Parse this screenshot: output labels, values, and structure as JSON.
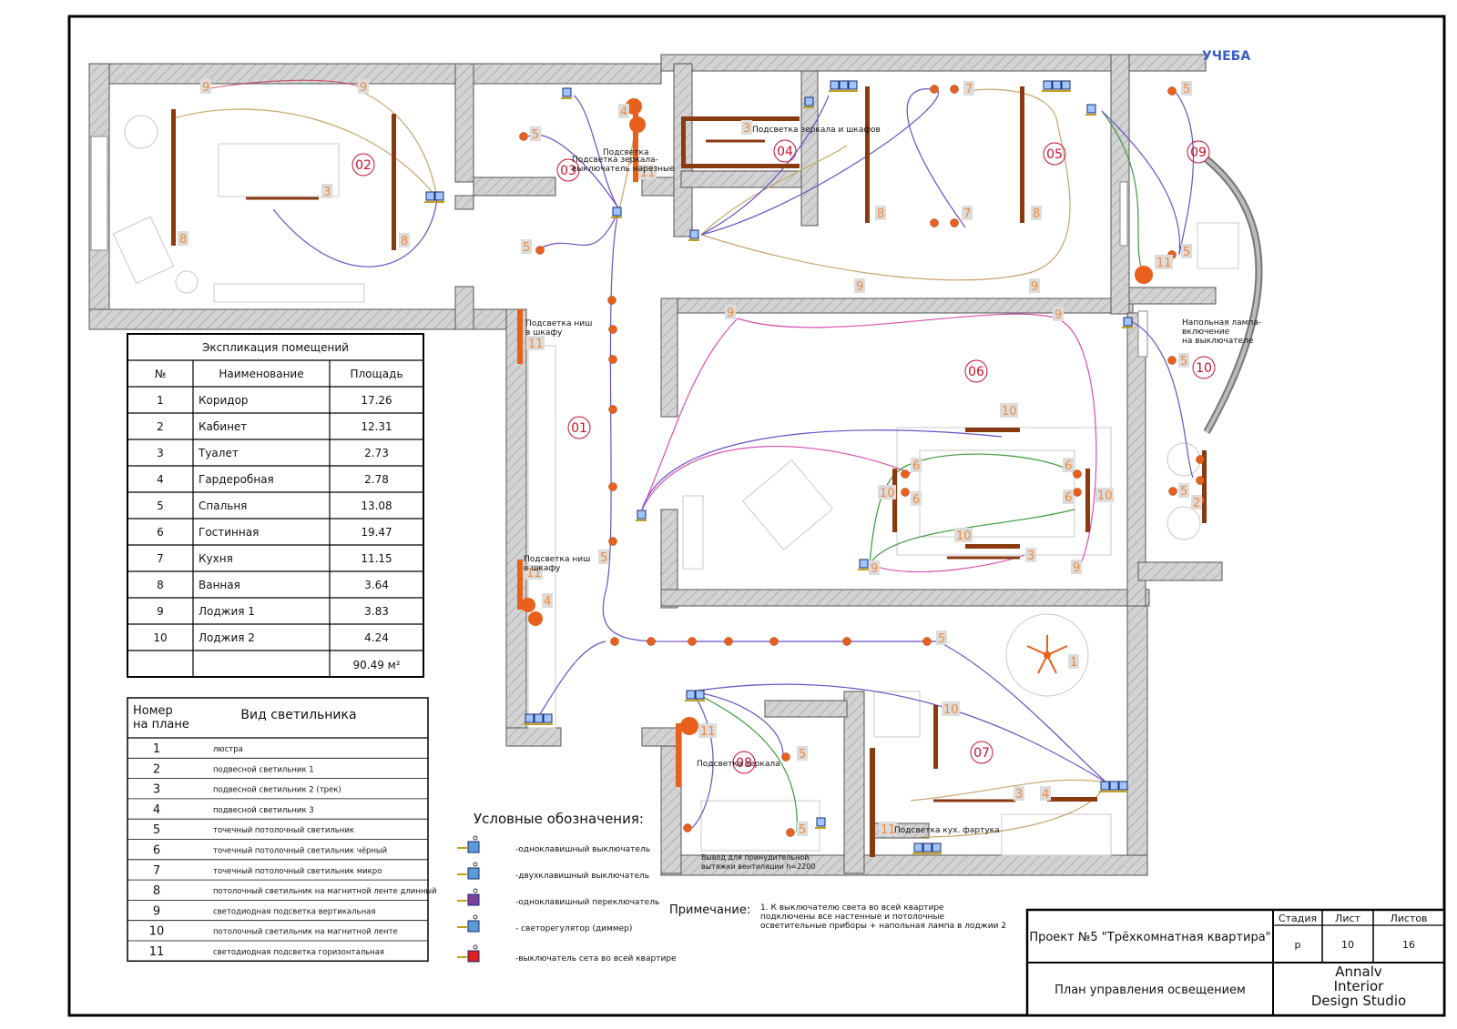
{
  "rooms": [
    "01",
    "02",
    "03",
    "04",
    "05",
    "06",
    "07",
    "08",
    "09",
    "10"
  ],
  "room_callouts": {
    "r02_switch": "",
    "mirror_wardrobe": "Подсветка зеркала и шкафов",
    "wc_mirror": "Подсветка зеркала-",
    "wc_switch": "выключатель нарезные",
    "wc_subtitle": "Подсветка",
    "niche1": "Подсветка ниш\nв шкафу",
    "niche2": "Подсветка ниш\nв шкафу",
    "floorlamp": "Напольная лампа-\nвключение\nна выключателе",
    "bath_mirror": "Подсветка зеркала",
    "vent": "Вывод для принудительной\nвытяжки вентиляции h=2200",
    "kitchen_apron": "Подсветка кух. фартука",
    "study_title": "УЧЕБА"
  },
  "explication": {
    "title": "Экспликация помещений",
    "headers": [
      "№",
      "Наименование",
      "Площадь"
    ],
    "rows": [
      [
        "1",
        "Коридор",
        "17.26"
      ],
      [
        "2",
        "Кабинет",
        "12.31"
      ],
      [
        "3",
        "Туалет",
        "2.73"
      ],
      [
        "4",
        "Гардеробная",
        "2.78"
      ],
      [
        "5",
        "Спальня",
        "13.08"
      ],
      [
        "6",
        "Гостинная",
        "19.47"
      ],
      [
        "7",
        "Кухня",
        "11.15"
      ],
      [
        "8",
        "Ванная",
        "3.64"
      ],
      [
        "9",
        "Лоджия  1",
        "3.83"
      ],
      [
        "10",
        "Лоджия 2",
        "4.24"
      ]
    ],
    "total": "90.49 м²"
  },
  "fixtures": {
    "headers": [
      "Номер\nна плане",
      "Вид светильника"
    ],
    "rows": [
      [
        "1",
        "люстра"
      ],
      [
        "2",
        "подвесной светильник 1"
      ],
      [
        "3",
        "подвесной светильник 2 (трек)"
      ],
      [
        "4",
        "подвесной светильник 3"
      ],
      [
        "5",
        "точечный потолочный светильник"
      ],
      [
        "6",
        "точечный потолочный светильник чёрный"
      ],
      [
        "7",
        "точечный потолочный светильник микро"
      ],
      [
        "8",
        "потолочный светильник на магнитной ленте длинный"
      ],
      [
        "9",
        "светодиодная подсветка вертикальная"
      ],
      [
        "10",
        "потолочный светильник на магнитной ленте"
      ],
      [
        "11",
        "светодиодная подсветка горизонтальная"
      ]
    ]
  },
  "legend": {
    "title": "Условные обозначения:",
    "items": [
      {
        "label": "-одноклавишный выключатель",
        "color": "#5b9bd5"
      },
      {
        "label": "-двухклавишный выключатель",
        "color": "#5b9bd5"
      },
      {
        "label": "-одноклавишный переключатель",
        "color": "#7b3fa0"
      },
      {
        "label": "- светорегулятор (диммер)",
        "color": "#5b9bd5"
      },
      {
        "label": "-выключатель сета во всей квартире",
        "color": "#e02020"
      }
    ]
  },
  "note": {
    "title": "Примечание:",
    "text": "1. К выключателю света во всей квартире\nподключены все настенные и потолочные\nосветительные приборы + напольная лампа в лоджии 2"
  },
  "title_block": {
    "project": "Проект №5 \"Трёхкомнатная квартира\"",
    "sheet_title": "План управления освещением",
    "stage_label": "Стадия",
    "stage": "р",
    "sheet_label": "Лист",
    "sheet": "10",
    "sheets_label": "Листов",
    "sheets": "16",
    "studio": "Annalv\nInterior\nDesign Studio"
  },
  "colors": {
    "wall": "#c9c9c9",
    "fixture": "#e8601c",
    "strip": "#8a3a10",
    "room_label": "#c8102e",
    "fixture_label": "#f08a3a",
    "wire_purple": "#6a4fc6",
    "wire_tan": "#c8a46a",
    "wire_pink": "#d84fb0",
    "wire_green": "#3a9a3a"
  }
}
